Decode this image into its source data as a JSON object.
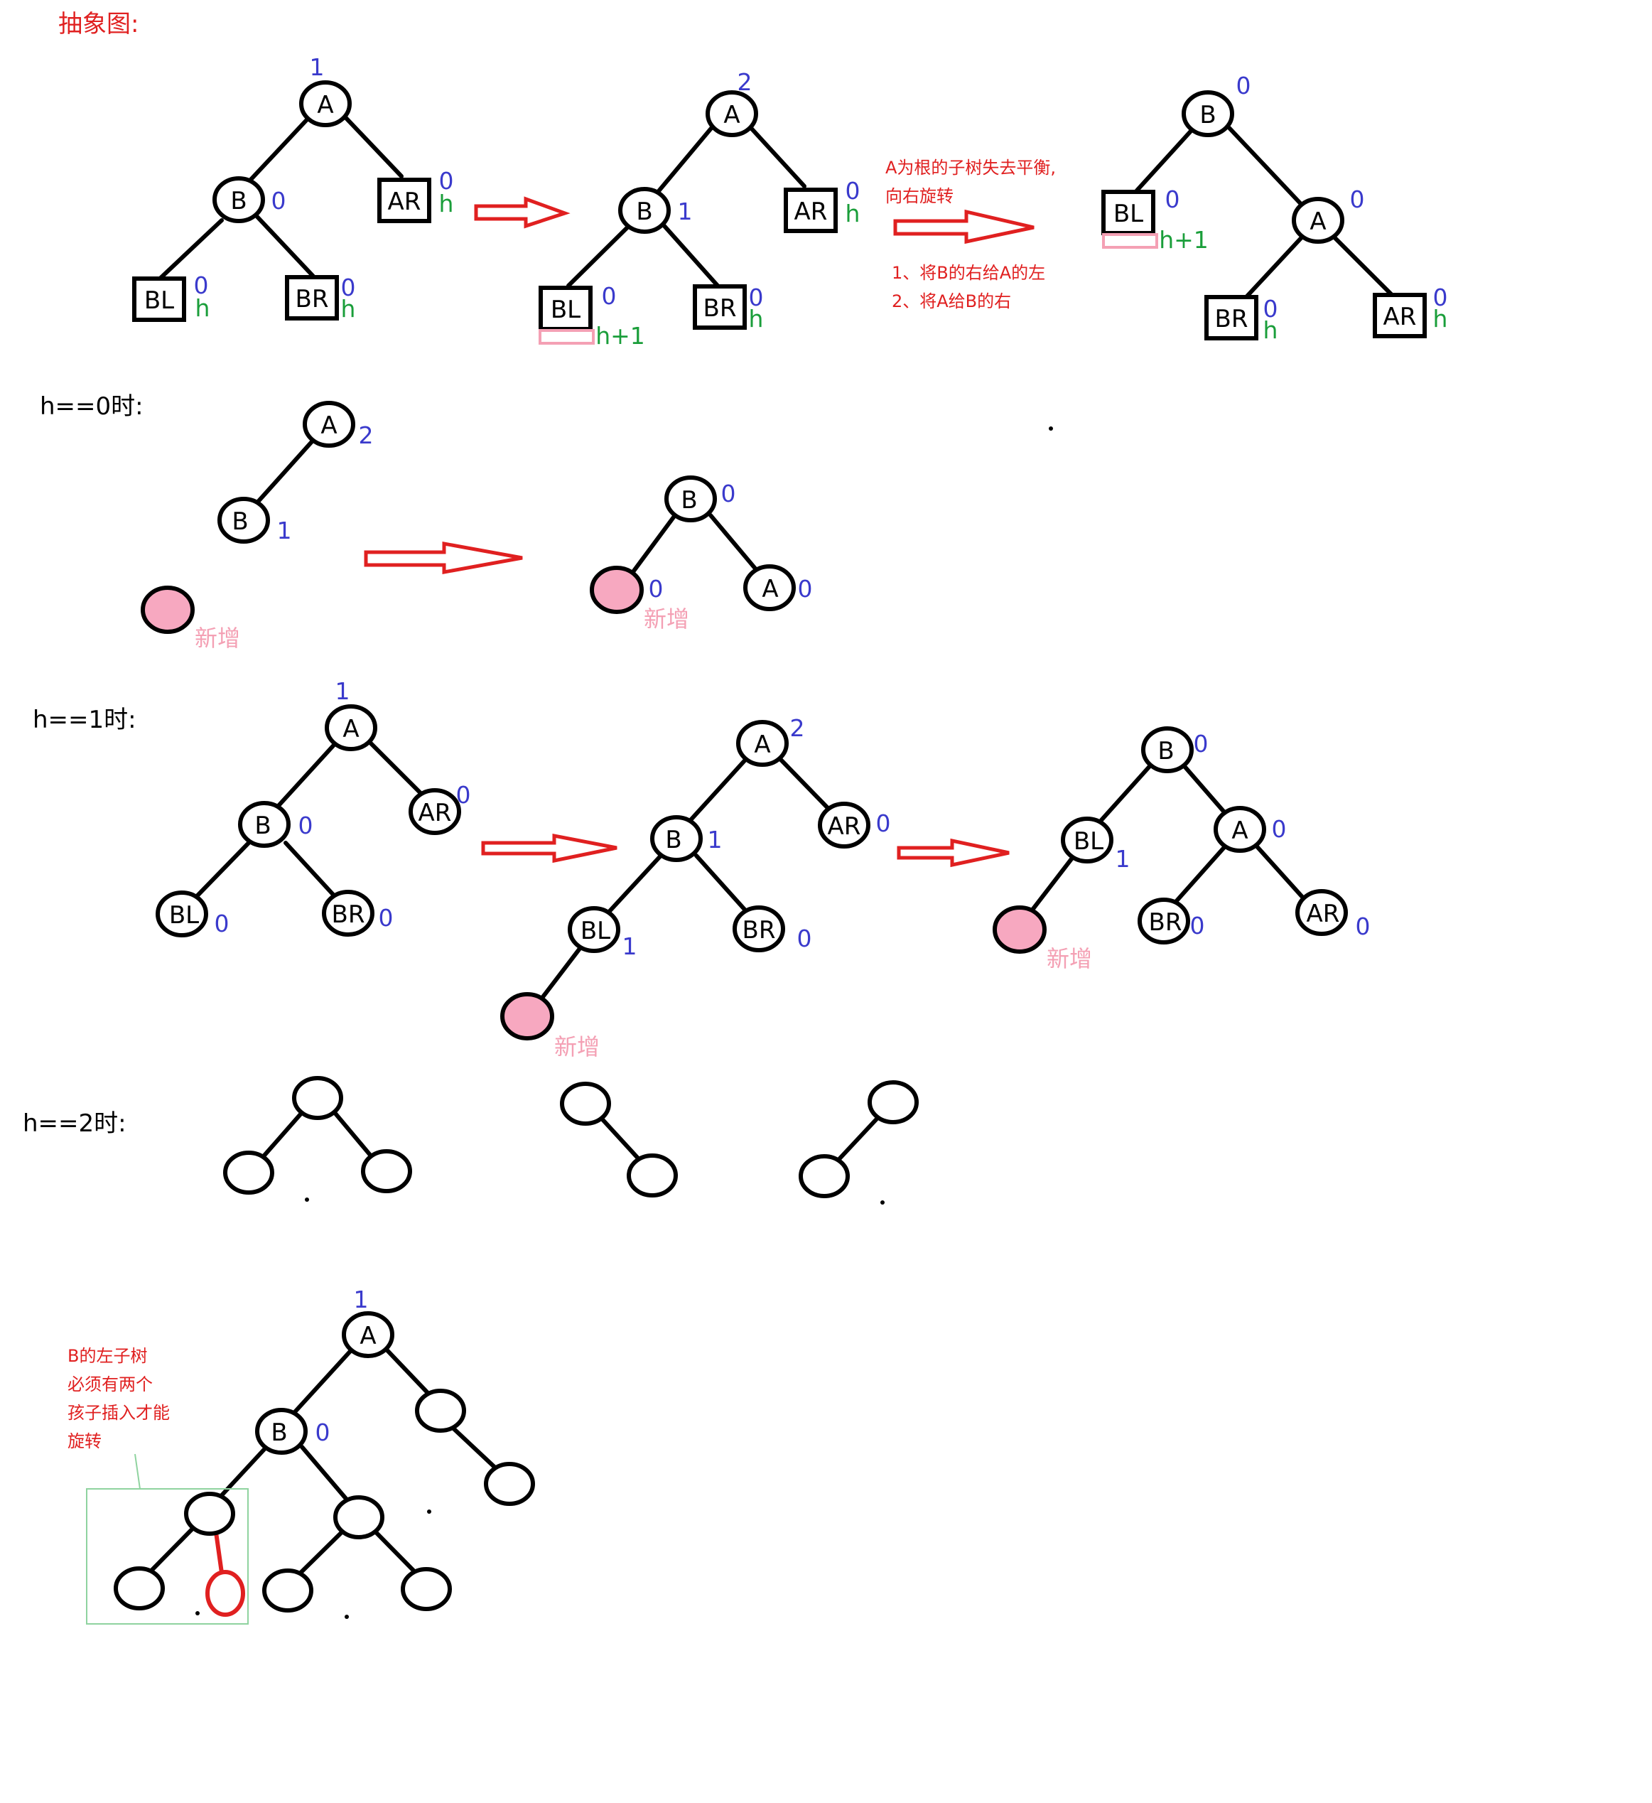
{
  "title": "抽象图:",
  "section1": {
    "tree1": {
      "a_label": "A",
      "a_bf": "1",
      "b_label": "B",
      "b_bf": "0",
      "ar_label": "AR",
      "ar_bf": "0",
      "ar_h": "h",
      "bl_label": "BL",
      "bl_bf": "0",
      "bl_h": "h",
      "br_label": "BR",
      "br_bf": "0",
      "br_h": "h"
    },
    "tree2": {
      "a_label": "A",
      "a_bf": "2",
      "b_label": "B",
      "b_bf": "1",
      "ar_label": "AR",
      "ar_bf": "0",
      "ar_h": "h",
      "bl_label": "BL",
      "bl_bf": "0",
      "bl_h": "h+1",
      "br_label": "BR",
      "br_bf": "0",
      "br_h": "h"
    },
    "note_line1": "A为根的子树失去平衡,",
    "note_line2": "向右旋转",
    "step1": "1、将B的右给A的左",
    "step2": "2、将A给B的右",
    "tree3": {
      "b_label": "B",
      "b_bf": "0",
      "bl_label": "BL",
      "bl_bf": "0",
      "bl_h": "h+1",
      "a_label": "A",
      "a_bf": "0",
      "br_label": "BR",
      "br_bf": "0",
      "br_h": "h",
      "ar_label": "AR",
      "ar_bf": "0",
      "ar_h": "h"
    }
  },
  "section_h0": {
    "label": "h==0时:",
    "left": {
      "a_label": "A",
      "a_bf": "2",
      "b_label": "B",
      "b_bf": "1",
      "new_label": "新增"
    },
    "right": {
      "b_label": "B",
      "b_bf": "0",
      "new_bf": "0",
      "new_label": "新增",
      "a_label": "A",
      "a_bf": "0"
    }
  },
  "section_h1": {
    "label": "h==1时:",
    "tree1": {
      "a_label": "A",
      "a_bf": "1",
      "b_label": "B",
      "b_bf": "0",
      "ar_label": "AR",
      "ar_bf": "0",
      "bl_label": "BL",
      "bl_bf": "0",
      "br_label": "BR",
      "br_bf": "0"
    },
    "tree2": {
      "a_label": "A",
      "a_bf": "2",
      "b_label": "B",
      "b_bf": "1",
      "ar_label": "AR",
      "ar_bf": "0",
      "bl_label": "BL",
      "bl_bf": "1",
      "br_label": "BR",
      "br_bf": "0",
      "new_label": "新增"
    },
    "tree3": {
      "b_label": "B",
      "b_bf": "0",
      "bl_label": "BL",
      "bl_bf": "1",
      "a_label": "A",
      "a_bf": "0",
      "br_label": "BR",
      "br_bf": "0",
      "ar_label": "AR",
      "ar_bf": "0",
      "new_label": "新增"
    }
  },
  "section_h2": {
    "label": "h==2时:",
    "big_tree": {
      "a_label": "A",
      "a_bf": "1",
      "b_label": "B",
      "b_bf": "0"
    },
    "note_line1": "B的左子树",
    "note_line2": "必须有两个",
    "note_line3": "孩子插入才能",
    "note_line4": "旋转"
  },
  "colors": {
    "balance_factor": "#3a3acc",
    "height": "#1a9e3a",
    "annotation": "#e02020",
    "new_node": "#f7a8c0",
    "note_box": "#8fd39f"
  }
}
